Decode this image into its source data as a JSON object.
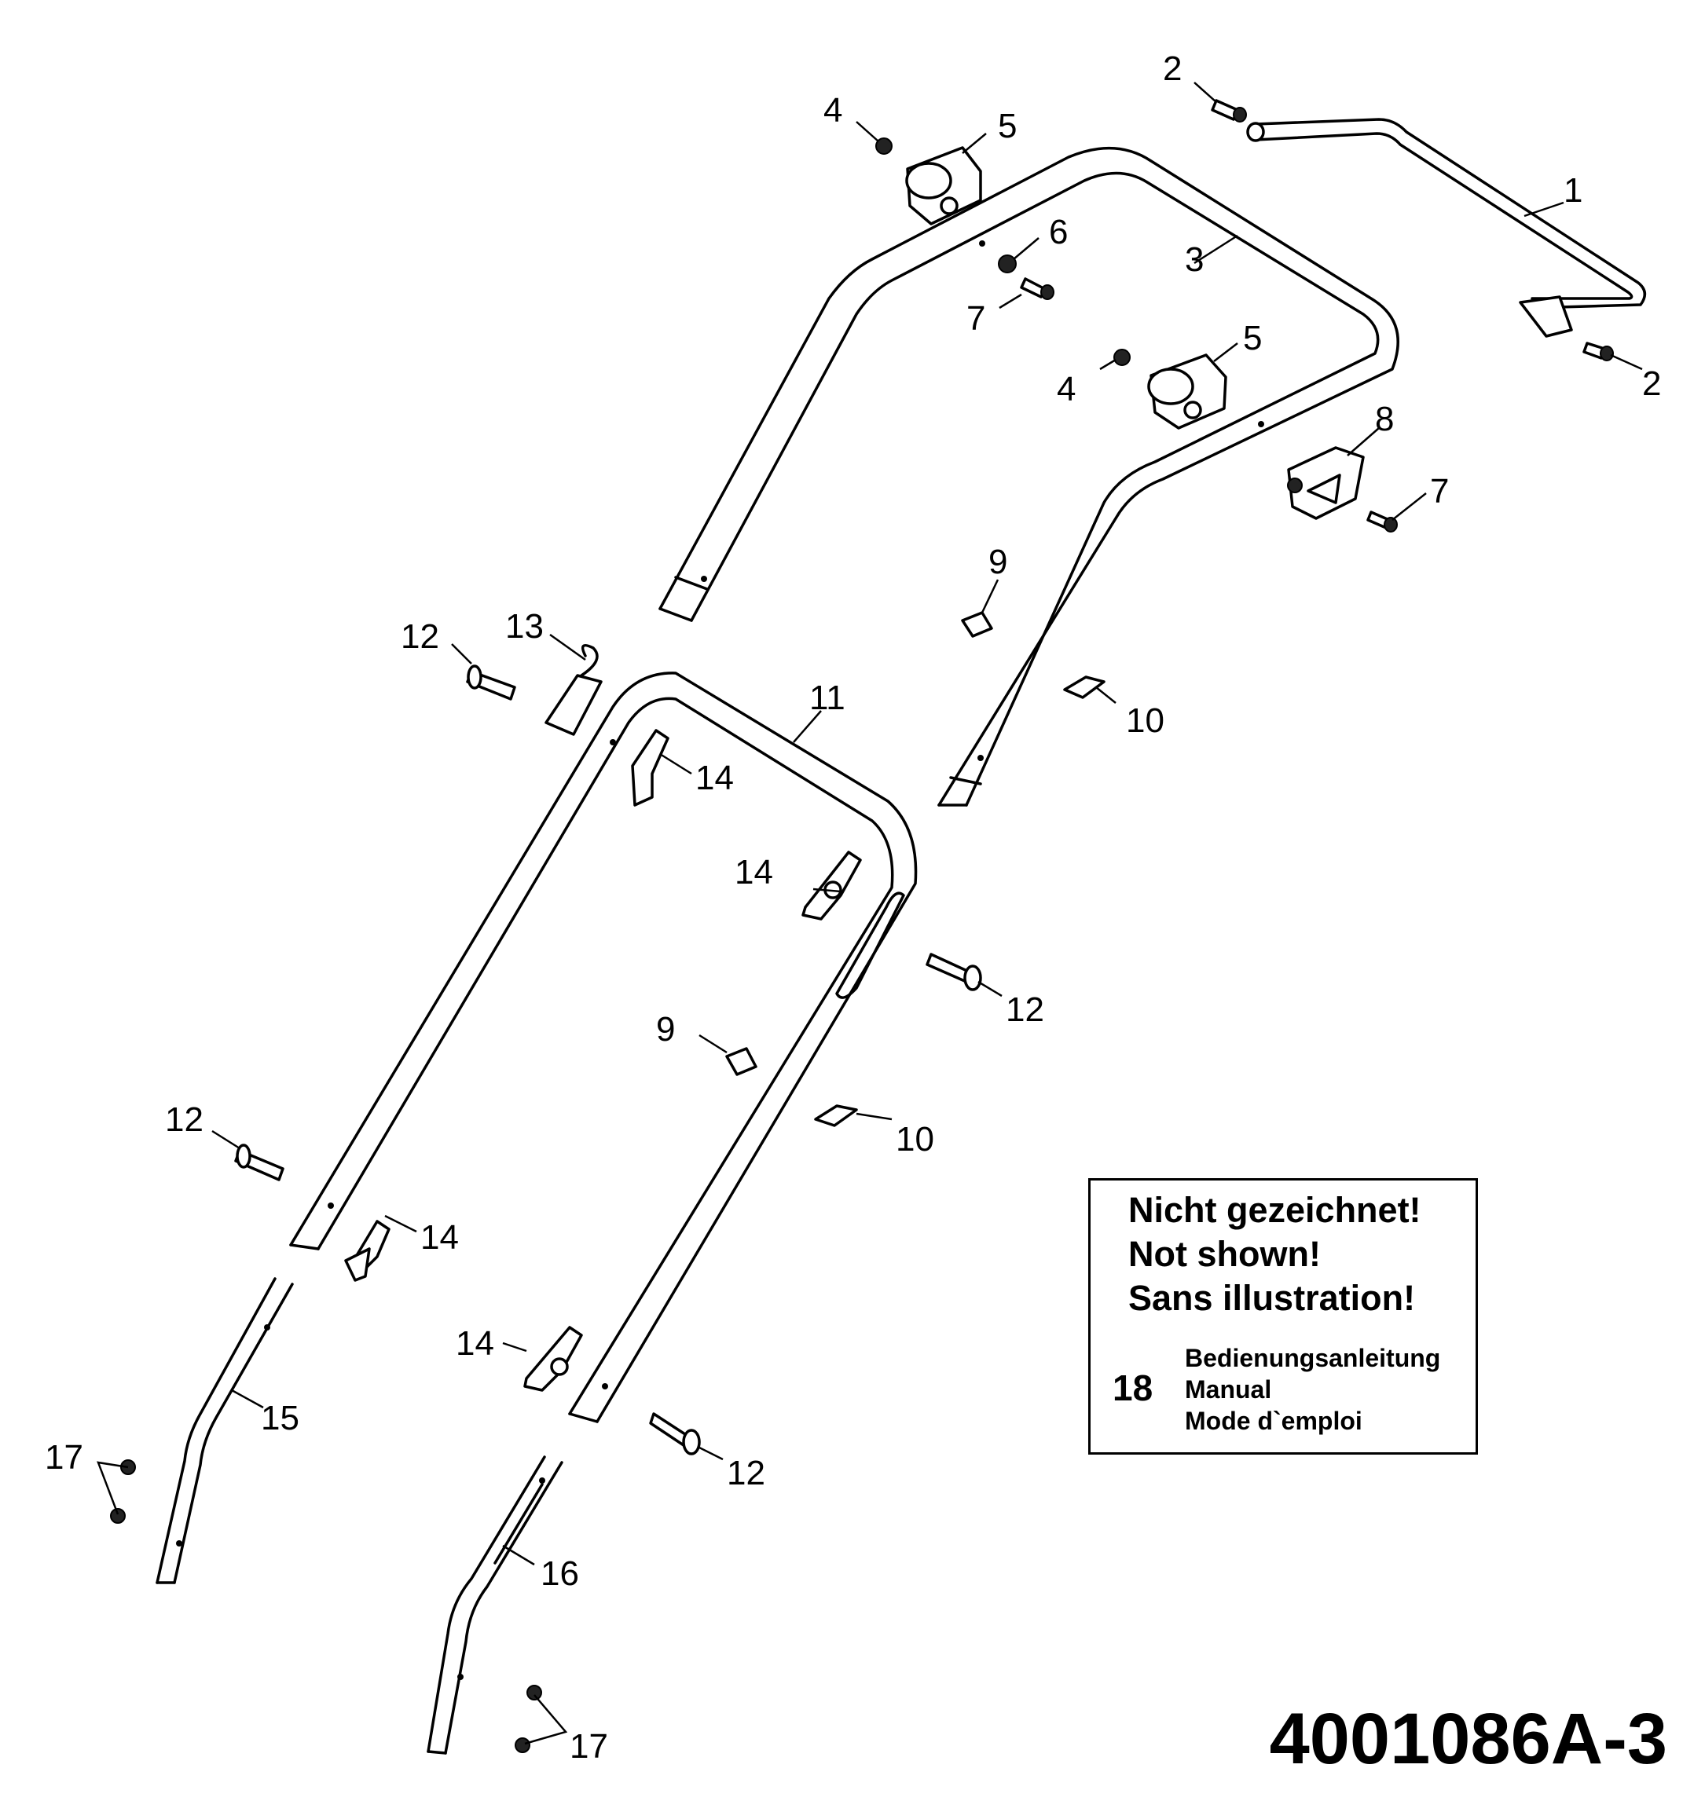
{
  "callouts": [
    "1",
    "2",
    "2",
    "3",
    "4",
    "4",
    "5",
    "5",
    "6",
    "7",
    "7",
    "8",
    "9",
    "9",
    "10",
    "10",
    "11",
    "12",
    "12",
    "12",
    "12",
    "13",
    "14",
    "14",
    "14",
    "14",
    "15",
    "16",
    "17",
    "17"
  ],
  "note": {
    "line1": "Nicht gezeichnet!",
    "line2": "Not shown!",
    "line3": "Sans illustration!",
    "item_number": "18",
    "item_de": "Bedienungsanleitung",
    "item_en": "Manual",
    "item_fr": "Mode d`emploi"
  },
  "diagram_id": "4001086A-3"
}
